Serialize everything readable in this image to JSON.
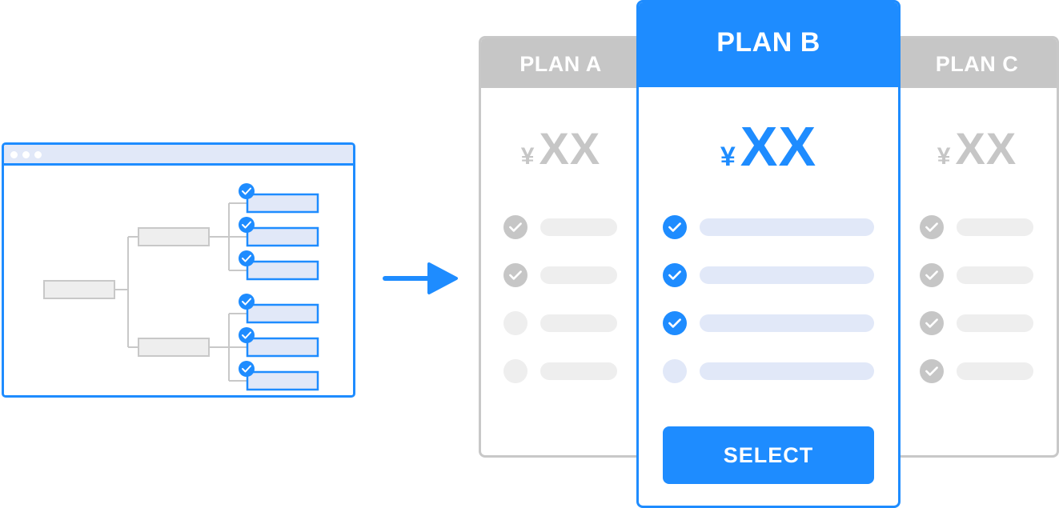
{
  "colors": {
    "accent": "#1e8cff",
    "accent_light": "#e1e8f8",
    "inactive": "#c6c6c6",
    "inactive_light": "#eeeeee"
  },
  "tree": {
    "children": [
      {
        "leaves": [
          {
            "checked": true
          },
          {
            "checked": true
          },
          {
            "checked": true
          }
        ]
      },
      {
        "leaves": [
          {
            "checked": true
          },
          {
            "checked": true
          },
          {
            "checked": true
          }
        ]
      }
    ]
  },
  "plans": [
    {
      "id": "plan-a",
      "name": "PLAN A",
      "currency": "¥",
      "price": "XX",
      "highlighted": false,
      "features": [
        {
          "included": true
        },
        {
          "included": true
        },
        {
          "included": false
        },
        {
          "included": false
        }
      ]
    },
    {
      "id": "plan-b",
      "name": "PLAN B",
      "currency": "¥",
      "price": "XX",
      "highlighted": true,
      "features": [
        {
          "included": true
        },
        {
          "included": true
        },
        {
          "included": true
        },
        {
          "included": false
        }
      ],
      "button_label": "SELECT"
    },
    {
      "id": "plan-c",
      "name": "PLAN C",
      "currency": "¥",
      "price": "XX",
      "highlighted": false,
      "features": [
        {
          "included": true
        },
        {
          "included": true
        },
        {
          "included": true
        },
        {
          "included": true
        }
      ]
    }
  ]
}
